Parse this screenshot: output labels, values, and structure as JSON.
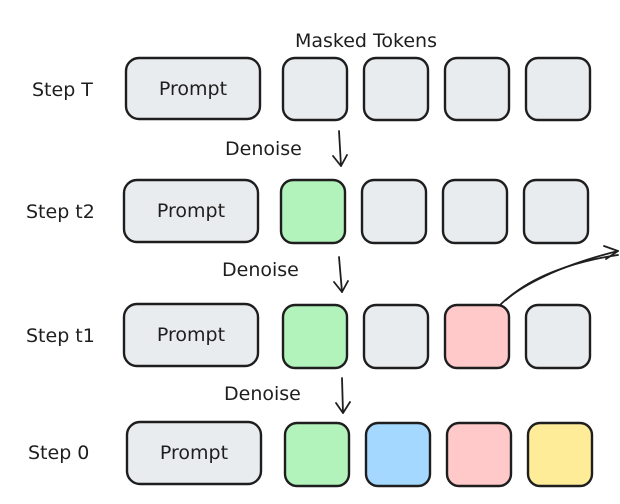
{
  "header": {
    "masked_tokens_label": "Masked Tokens"
  },
  "colors": {
    "mask": "#e9ecef",
    "green": "#b2f2bb",
    "blue": "#a5d8ff",
    "red": "#ffc9c9",
    "yellow": "#ffec99",
    "stroke": "#1e1e1e"
  },
  "rows": [
    {
      "step_label": "Step T",
      "prompt_label": "Prompt",
      "tokens": [
        "mask",
        "mask",
        "mask",
        "mask"
      ]
    },
    {
      "step_label": "Step t2",
      "prompt_label": "Prompt",
      "tokens": [
        "green",
        "mask",
        "mask",
        "mask"
      ]
    },
    {
      "step_label": "Step t1",
      "prompt_label": "Prompt",
      "tokens": [
        "green",
        "mask",
        "red",
        "mask"
      ]
    },
    {
      "step_label": "Step 0",
      "prompt_label": "Prompt",
      "tokens": [
        "green",
        "blue",
        "red",
        "yellow"
      ]
    }
  ],
  "denoise_labels": [
    "Denoise",
    "Denoise",
    "Denoise"
  ]
}
